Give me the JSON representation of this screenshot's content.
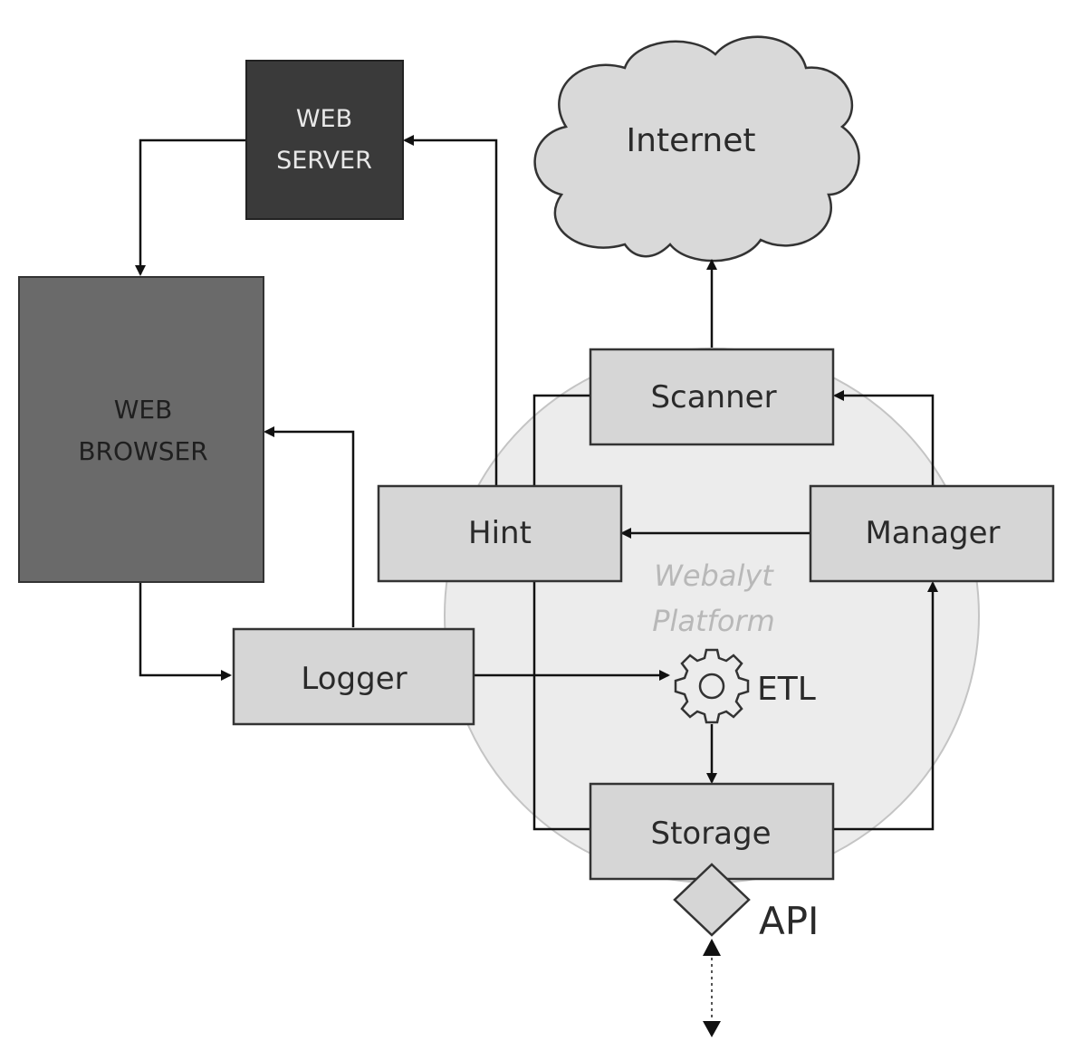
{
  "diagram": {
    "web_server": {
      "line1": "WEB",
      "line2": "SERVER"
    },
    "web_browser": {
      "line1": "WEB",
      "line2": "BROWSER"
    },
    "internet": {
      "label": "Internet"
    },
    "scanner": {
      "label": "Scanner"
    },
    "hint": {
      "label": "Hint"
    },
    "manager": {
      "label": "Manager"
    },
    "logger": {
      "label": "Logger"
    },
    "storage": {
      "label": "Storage"
    },
    "etl": {
      "label": "ETL"
    },
    "api": {
      "label": "API"
    },
    "platform": {
      "line1": "Webalyt",
      "line2": "Platform"
    },
    "colors": {
      "web_server_fill": "#3a3a3a",
      "web_browser_fill": "#6a6a6a",
      "component_fill": "#d6d6d6",
      "platform_fill": "#ececec",
      "cloud_fill": "#d9d9d9"
    }
  }
}
